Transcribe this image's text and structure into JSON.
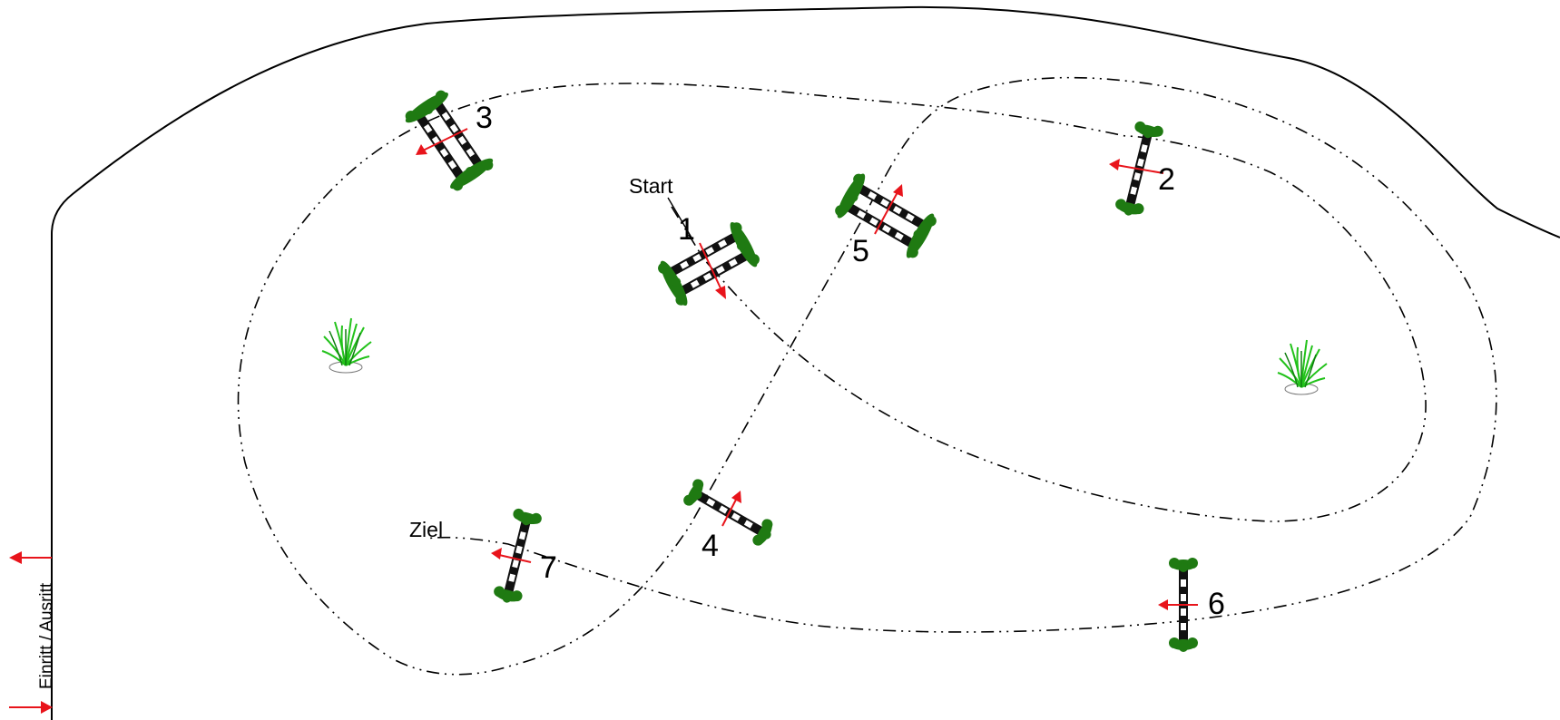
{
  "labels": {
    "start": "Start",
    "finish": "Ziel",
    "entrance": "Einritt / Ausritt"
  },
  "obstacles": [
    {
      "number": "1",
      "type": "oxer"
    },
    {
      "number": "2",
      "type": "vertical"
    },
    {
      "number": "3",
      "type": "oxer"
    },
    {
      "number": "4",
      "type": "vertical"
    },
    {
      "number": "5",
      "type": "oxer"
    },
    {
      "number": "6",
      "type": "vertical"
    },
    {
      "number": "7",
      "type": "vertical"
    }
  ],
  "decorations": [
    "plant-icon",
    "plant-icon"
  ],
  "colors": {
    "pole_dark": "#111111",
    "pole_light": "#ffffff",
    "stand": "#1f7a12",
    "direction_arrow": "#e8141b",
    "plant": "#22c21a"
  }
}
